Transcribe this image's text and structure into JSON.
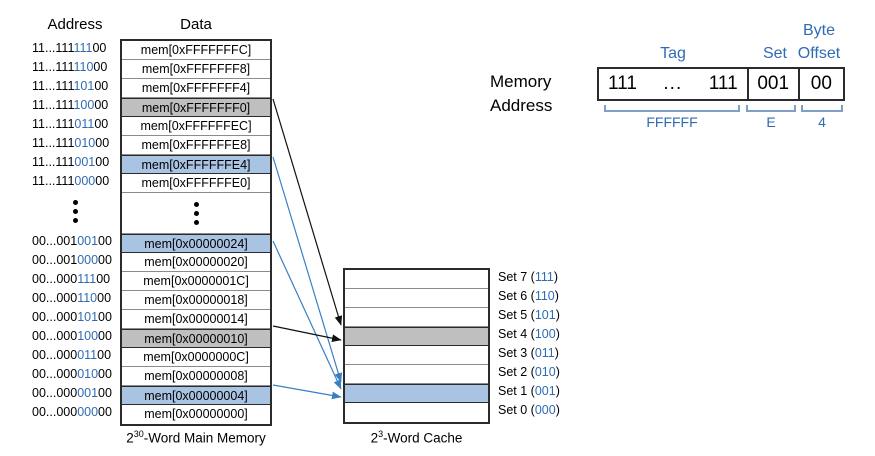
{
  "headers": {
    "address": "Address",
    "data": "Data"
  },
  "memory": {
    "caption_base": "2",
    "caption_exp": "30",
    "caption_rest": "-Word Main Memory",
    "rows": [
      {
        "addr_tag": "11...111",
        "addr_set": "111",
        "addr_off": "00",
        "data": "mem[0xFFFFFFFC]",
        "fill": "white"
      },
      {
        "addr_tag": "11...111",
        "addr_set": "110",
        "addr_off": "00",
        "data": "mem[0xFFFFFFF8]",
        "fill": "white"
      },
      {
        "addr_tag": "11...111",
        "addr_set": "101",
        "addr_off": "00",
        "data": "mem[0xFFFFFFF4]",
        "fill": "white"
      },
      {
        "addr_tag": "11...111",
        "addr_set": "100",
        "addr_off": "00",
        "data": "mem[0xFFFFFFF0]",
        "fill": "gray"
      },
      {
        "addr_tag": "11...111",
        "addr_set": "011",
        "addr_off": "00",
        "data": "mem[0xFFFFFFEC]",
        "fill": "white"
      },
      {
        "addr_tag": "11...111",
        "addr_set": "010",
        "addr_off": "00",
        "data": "mem[0xFFFFFFE8]",
        "fill": "white"
      },
      {
        "addr_tag": "11...111",
        "addr_set": "001",
        "addr_off": "00",
        "data": "mem[0xFFFFFFE4]",
        "fill": "blue"
      },
      {
        "addr_tag": "11...111",
        "addr_set": "000",
        "addr_off": "00",
        "data": "mem[0xFFFFFFE0]",
        "fill": "white"
      },
      {
        "addr_tag": "",
        "addr_set": "",
        "addr_off": "",
        "data": "",
        "fill": "ellipsis"
      },
      {
        "addr_tag": "00...001",
        "addr_set": "001",
        "addr_off": "00",
        "data": "mem[0x00000024]",
        "fill": "blue"
      },
      {
        "addr_tag": "00...001",
        "addr_set": "000",
        "addr_off": "00",
        "data": "mem[0x00000020]",
        "fill": "white"
      },
      {
        "addr_tag": "00...000",
        "addr_set": "111",
        "addr_off": "00",
        "data": "mem[0x0000001C]",
        "fill": "white"
      },
      {
        "addr_tag": "00...000",
        "addr_set": "110",
        "addr_off": "00",
        "data": "mem[0x00000018]",
        "fill": "white"
      },
      {
        "addr_tag": "00...000",
        "addr_set": "101",
        "addr_off": "00",
        "data": "mem[0x00000014]",
        "fill": "white"
      },
      {
        "addr_tag": "00...000",
        "addr_set": "100",
        "addr_off": "00",
        "data": "mem[0x00000010]",
        "fill": "gray"
      },
      {
        "addr_tag": "00...000",
        "addr_set": "011",
        "addr_off": "00",
        "data": "mem[0x0000000C]",
        "fill": "white"
      },
      {
        "addr_tag": "00...000",
        "addr_set": "010",
        "addr_off": "00",
        "data": "mem[0x00000008]",
        "fill": "white"
      },
      {
        "addr_tag": "00...000",
        "addr_set": "001",
        "addr_off": "00",
        "data": "mem[0x00000004]",
        "fill": "blue"
      },
      {
        "addr_tag": "00...000",
        "addr_set": "000",
        "addr_off": "00",
        "data": "mem[0x00000000]",
        "fill": "white"
      }
    ]
  },
  "cache": {
    "caption_base": "2",
    "caption_exp": "3",
    "caption_rest": "-Word Cache",
    "rows": [
      {
        "label": "Set 7 (",
        "bits": "111",
        "close": ")",
        "fill": "white"
      },
      {
        "label": "Set 6 (",
        "bits": "110",
        "close": ")",
        "fill": "white"
      },
      {
        "label": "Set 5 (",
        "bits": "101",
        "close": ")",
        "fill": "white"
      },
      {
        "label": "Set 4 (",
        "bits": "100",
        "close": ")",
        "fill": "gray"
      },
      {
        "label": "Set 3 (",
        "bits": "011",
        "close": ")",
        "fill": "white"
      },
      {
        "label": "Set 2 (",
        "bits": "010",
        "close": ")",
        "fill": "white"
      },
      {
        "label": "Set 1 (",
        "bits": "001",
        "close": ")",
        "fill": "blue"
      },
      {
        "label": "Set 0 (",
        "bits": "000",
        "close": ")",
        "fill": "white"
      }
    ]
  },
  "address_diagram": {
    "line1": "Memory",
    "line2": "Address",
    "tag_caption": "Tag",
    "set_caption": "Set",
    "byte_caption": "Byte",
    "offset_caption": "Offset",
    "tag_left_bits": "111",
    "tag_dots": "...",
    "tag_right_bits": "111",
    "set_bits": "001",
    "offset_bits": "00",
    "hex_tag": "FFFFFF",
    "hex_set": "E",
    "hex_offset": "4"
  },
  "colors": {
    "blue_fill": "#a9c4e2",
    "gray_fill": "#bfbfbf",
    "accent_blue": "#2f6bb5",
    "arrow_blue": "#3a7fc4",
    "arrow_black": "#111111"
  }
}
